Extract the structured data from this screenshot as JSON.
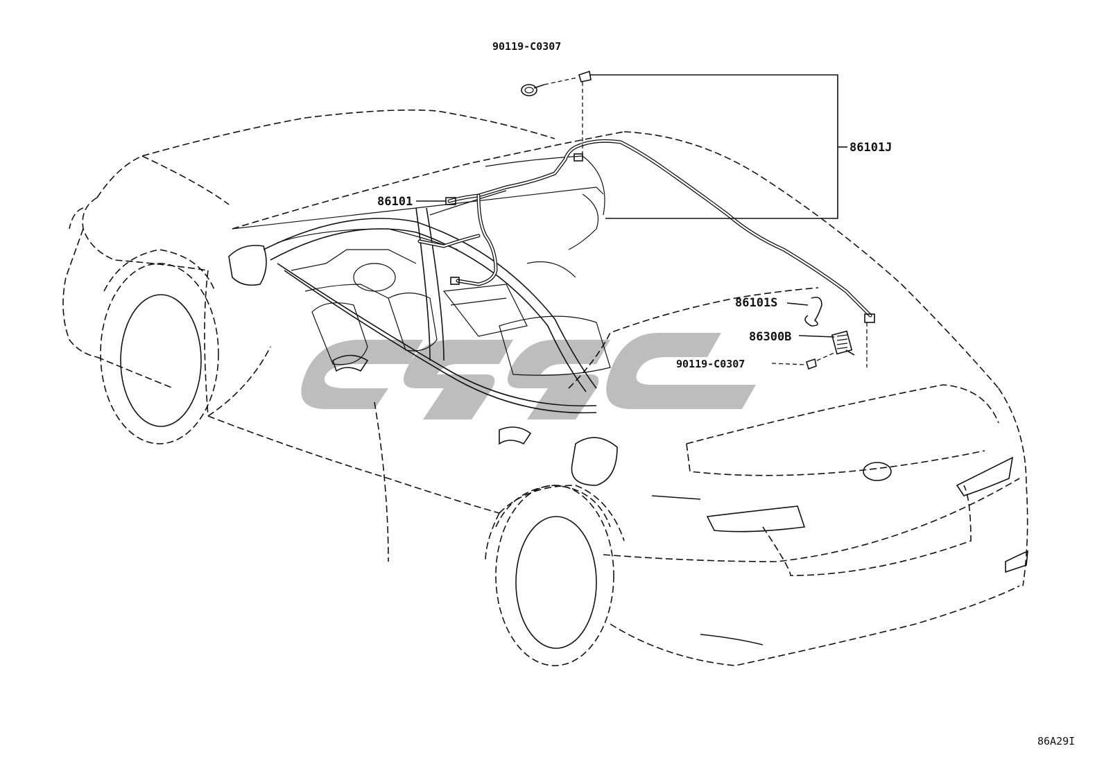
{
  "parts": {
    "bolt_top": "90119-C0307",
    "harness_j": "86101J",
    "harness_main": "86101",
    "harness_s": "86101S",
    "antenna": "86300B",
    "bolt_bottom": "90119-C0307"
  },
  "figure_code": "86A29I",
  "colors": {
    "line": "#111111",
    "watermark": "#bdbdbd",
    "background": "#ffffff"
  }
}
